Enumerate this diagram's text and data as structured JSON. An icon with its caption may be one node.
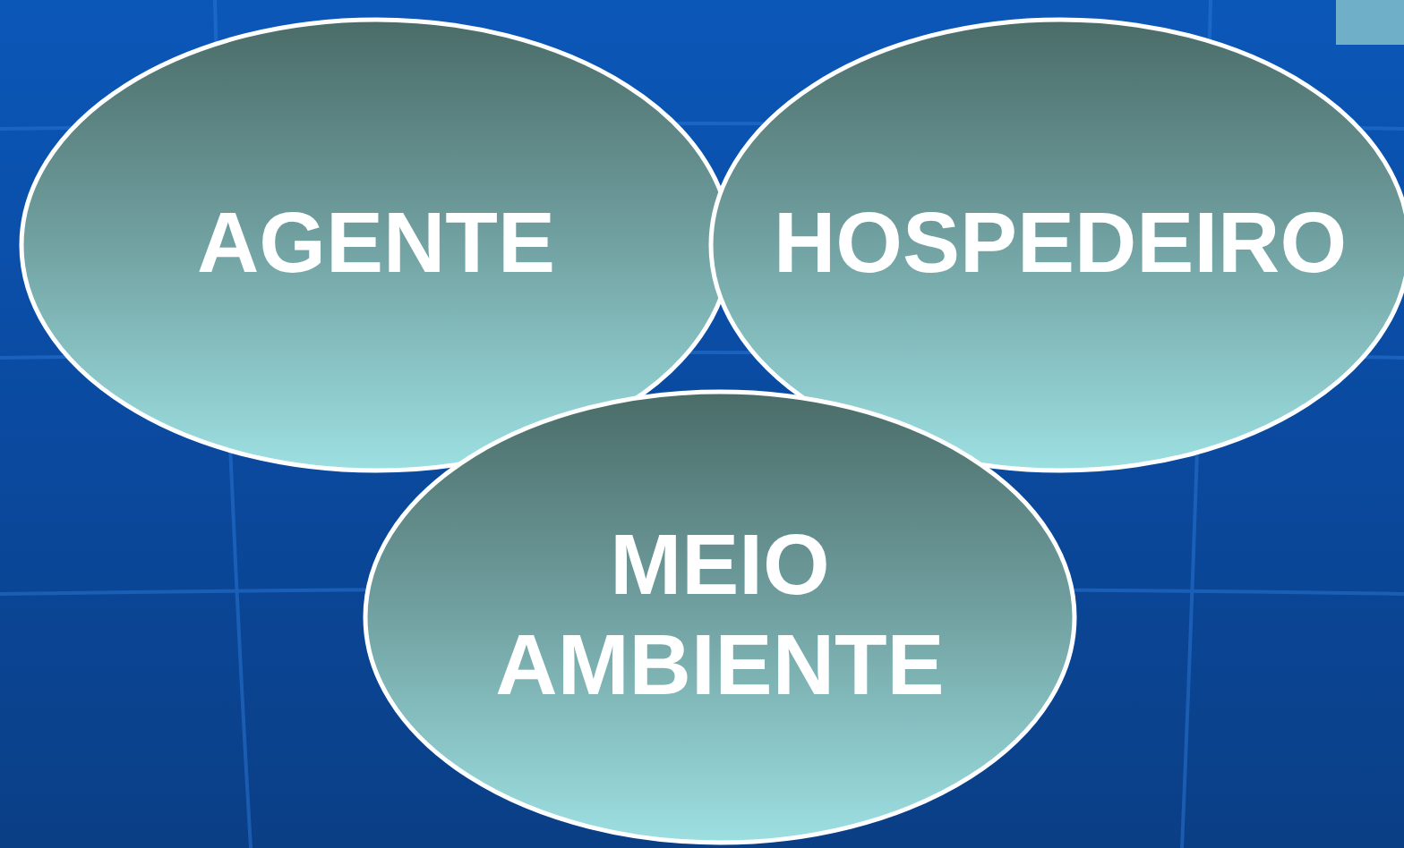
{
  "diagram": {
    "nodes": [
      {
        "text": [
          "AGENTE"
        ]
      },
      {
        "text": [
          "HOSPEDEIRO"
        ]
      },
      {
        "text": [
          "MEIO AMBIENTE"
        ]
      }
    ]
  }
}
